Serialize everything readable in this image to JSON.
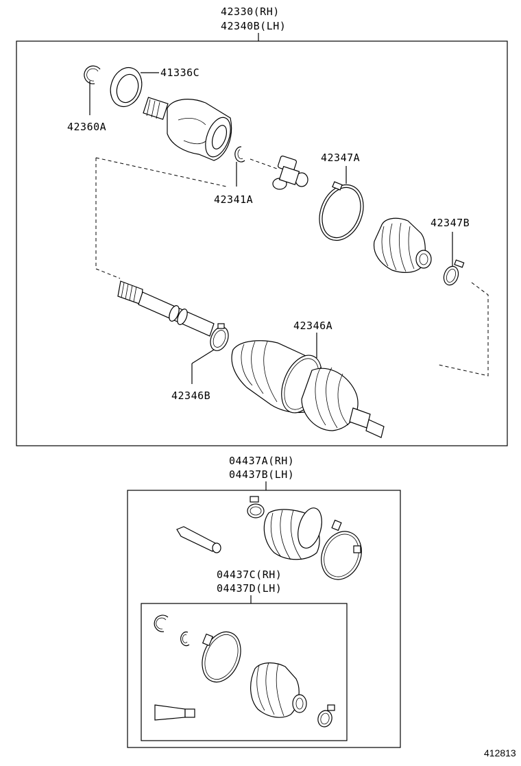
{
  "assembly": {
    "rh": "42330(RH)",
    "lh": "42340B(LH)"
  },
  "parts": {
    "p41336C": "41336C",
    "p42360A": "42360A",
    "p42341A": "42341A",
    "p42347A": "42347A",
    "p42347B": "42347B",
    "p42346A": "42346A",
    "p42346B": "42346B"
  },
  "kit_outer": {
    "rh": "04437A(RH)",
    "lh": "04437B(LH)"
  },
  "kit_inner": {
    "rh": "04437C(RH)",
    "lh": "04437D(LH)"
  },
  "diagram_ref": "412813"
}
